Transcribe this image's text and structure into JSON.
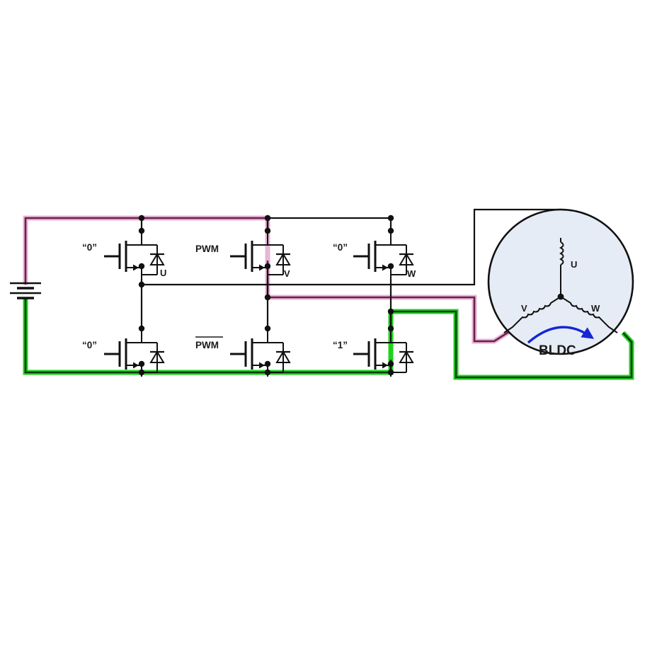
{
  "colors": {
    "positive_rail": "#6b1f4a",
    "positive_glow": "#e7b6d6",
    "negative_rail": "#0d3d0d",
    "negative_glow": "#1fd11f",
    "wire": "#111111",
    "motor_fill": "#e6ecf5",
    "arrow": "#1426d6"
  },
  "gates": {
    "u_high": "“0”",
    "v_high": "PWM",
    "w_high": "“0”",
    "u_low": "“0”",
    "v_low": "PWM",
    "w_low": "“1”"
  },
  "phases": {
    "u": "U",
    "v": "V",
    "w": "W"
  },
  "motor": {
    "label": "BLDC",
    "winding_u": "U",
    "winding_v": "V",
    "winding_w": "W"
  }
}
